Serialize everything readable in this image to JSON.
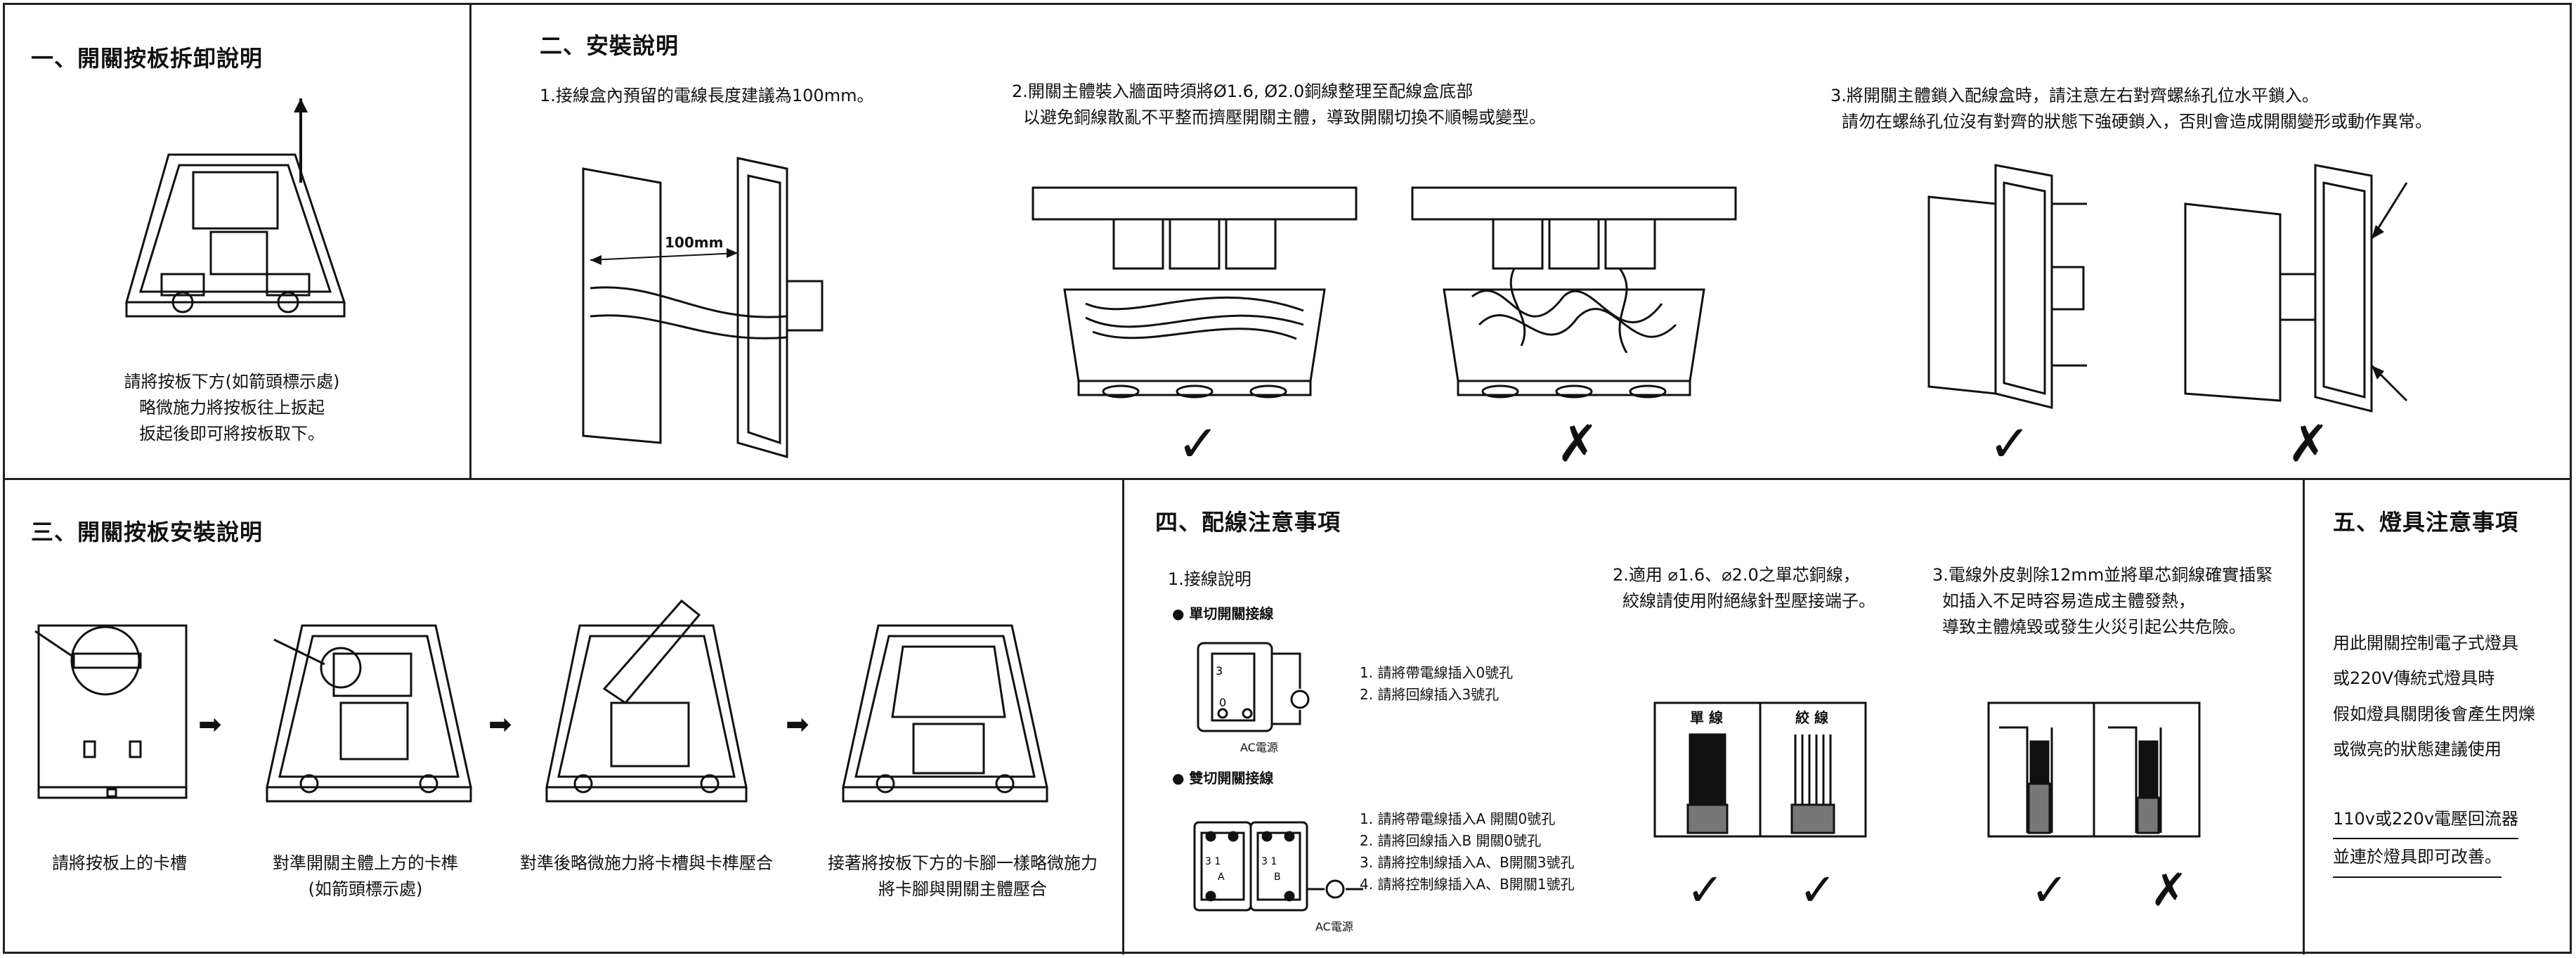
{
  "s1": {
    "title": "一、開關按板拆卸說明",
    "caption": [
      "請將按板下方(如箭頭標示處)",
      "略微施力將按板往上扳起",
      "扳起後即可將按板取下。"
    ]
  },
  "s2": {
    "title": "二、安裝說明",
    "step1": "1.接線盒內預留的電線長度建議為100mm。",
    "dim_label": "100mm",
    "step2": [
      "2.開關主體裝入牆面時須將Ø1.6, Ø2.0銅線整理至配線盒底部",
      "以避免銅線散亂不平整而擠壓開關主體，導致開關切換不順暢或變型。"
    ],
    "step3": [
      "3.將開關主體鎖入配線盒時，請注意左右對齊螺絲孔位水平鎖入。",
      "請勿在螺絲孔位沒有對齊的狀態下強硬鎖入，否則會造成開關變形或動作異常。"
    ],
    "marks": [
      "✓",
      "✗",
      "✓",
      "✗"
    ]
  },
  "s3": {
    "title": "三、開關按板安裝說明",
    "captions": [
      [
        "請將按板上的卡槽"
      ],
      [
        "對準開關主體上方的卡榫",
        "(如箭頭標示處)"
      ],
      [
        "對準後略微施力將卡槽與卡榫壓合"
      ],
      [
        "接著將按板下方的卡腳一樣略微施力",
        "將卡腳與開關主體壓合"
      ]
    ]
  },
  "s4": {
    "title": "四、配線注意事項",
    "sub1": "1.接線說明",
    "single_label": "● 單切開關接線",
    "single_steps": [
      "1. 請將帶電線插入0號孔",
      "2. 請將回線插入3號孔"
    ],
    "ac_label": "AC電源",
    "double_label": "● 雙切開關接線",
    "double_steps": [
      "1. 請將帶電線插入A 開關0號孔",
      "2. 請將回線插入B 開關0號孔",
      "3. 請將控制線插入A、B開關3號孔",
      "4. 請將控制線插入A、B開關1號孔"
    ],
    "sub2": [
      "2.適用 ⌀1.6、⌀2.0之單芯銅線，",
      "絞線請使用附絕緣針型壓接端子。"
    ],
    "wire_labels": [
      "單 線",
      "絞 線"
    ],
    "sub3": [
      "3.電線外皮剝除12mm並將單芯銅線確實插緊",
      "如插入不足時容易造成主體發熱，",
      "導致主體燒毀或發生火災引起公共危險。"
    ],
    "marks": [
      "✓",
      "✓",
      "✓",
      "✗"
    ]
  },
  "s5": {
    "title": "五、燈具注意事項",
    "lines": [
      "用此開關控制電子式燈具",
      "或220V傳統式燈具時",
      "假如燈具關閉後會產生閃爍",
      "或微亮的狀態建議使用"
    ],
    "underlined": [
      "110v或220v電壓回流器",
      "並連於燈具即可改善。"
    ]
  }
}
